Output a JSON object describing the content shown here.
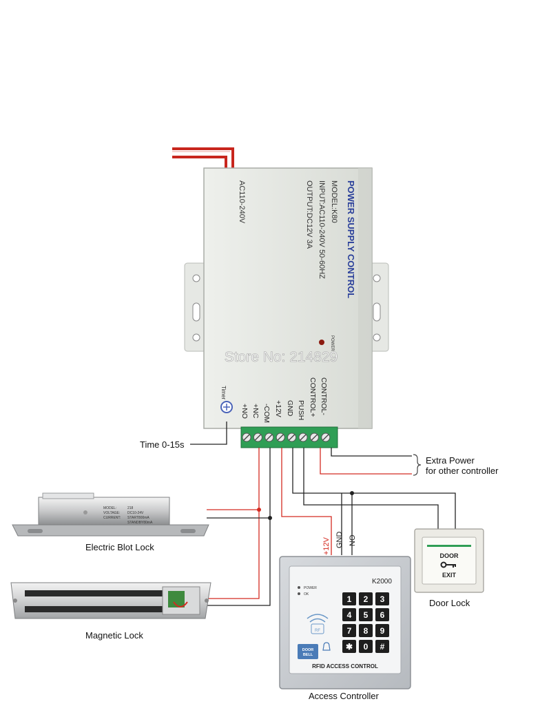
{
  "power_supply": {
    "title": "POWER SUPPLY CONTROL",
    "model": "MODEL:K80",
    "input": "INPUT:AC110-240V   50-60HZ",
    "output": "OUTPUT:DC12V  3A",
    "ac_label": "AC110-240V",
    "power_led_label": "POWER",
    "timer_label": "Timer",
    "terminals": [
      "+NO",
      "+NC",
      "-COM",
      "+12V",
      "GND",
      "PUSH",
      "CONTROL+",
      "CONTROL-"
    ]
  },
  "watermark": "Store No: 214829",
  "labels": {
    "time": "Time 0-15s",
    "extra_power_line1": "Extra Power",
    "extra_power_line2": "for other controller",
    "electric_bolt_lock": "Electric Blot Lock",
    "magnetic_lock": "Magnetic Lock",
    "door_lock": "Door Lock",
    "access_controller": "Access Controller",
    "wire_12v": "+12V",
    "wire_gnd": "GND",
    "wire_no": "NO"
  },
  "bolt_lock": {
    "model": "MODEL:",
    "model_val": "218",
    "voltage": "VOLTAGE:",
    "voltage_val": "DC10-24V",
    "current": "CURRENT:",
    "current_val1": "START800mA",
    "current_val2": "STANDBY80mA"
  },
  "exit_button": {
    "line1": "DOOR",
    "line2": "EXIT"
  },
  "keypad": {
    "model": "K2000",
    "power_led": "POWER",
    "ok_led": "OK",
    "rf_label": "RF",
    "doorbell_line1": "DOOR",
    "doorbell_line2": "BELL",
    "footer": "RFID ACCESS CONTROL",
    "keys": [
      "1",
      "2",
      "3",
      "4",
      "5",
      "6",
      "7",
      "8",
      "9",
      "✱",
      "0",
      "#"
    ]
  },
  "colors": {
    "red_wire": "#d42a20",
    "black_wire": "#222222",
    "terminal_green": "#2f9e55",
    "box_body": "#e3e6e1",
    "title_blue": "#2a3f9a"
  }
}
